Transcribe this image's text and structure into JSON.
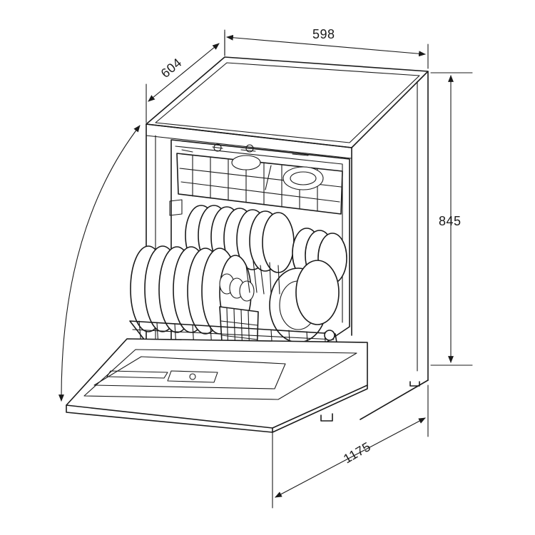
{
  "dimensions": {
    "width": "598",
    "depth": "604",
    "height": "845",
    "door_open_depth": "1175"
  }
}
